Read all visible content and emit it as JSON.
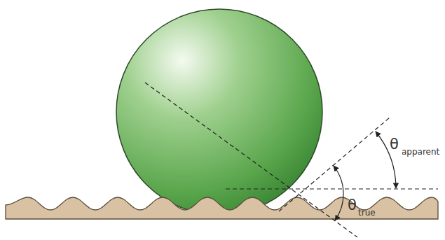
{
  "diagram": {
    "labels": [
      "θ",
      "apparent",
      "θ",
      "true"
    ]
  }
}
